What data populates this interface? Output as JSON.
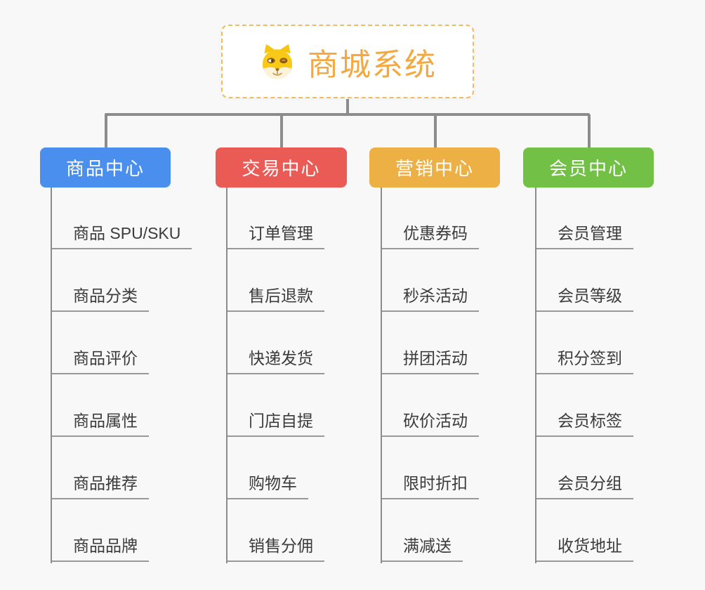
{
  "root": {
    "title": "商城系统",
    "icon": "doge-icon"
  },
  "branches": [
    {
      "id": "product-center",
      "label": "商品中心",
      "color": "#4a8fee",
      "items": [
        "商品 SPU/SKU",
        "商品分类",
        "商品评价",
        "商品属性",
        "商品推荐",
        "商品品牌"
      ]
    },
    {
      "id": "trade-center",
      "label": "交易中心",
      "color": "#ea5b56",
      "items": [
        "订单管理",
        "售后退款",
        "快递发货",
        "门店自提",
        "购物车",
        "销售分佣"
      ]
    },
    {
      "id": "marketing-center",
      "label": "营销中心",
      "color": "#edb044",
      "items": [
        "优惠券码",
        "秒杀活动",
        "拼团活动",
        "砍价活动",
        "限时折扣",
        "满减送"
      ]
    },
    {
      "id": "member-center",
      "label": "会员中心",
      "color": "#72c045",
      "items": [
        "会员管理",
        "会员等级",
        "积分签到",
        "会员标签",
        "会员分组",
        "收货地址"
      ]
    }
  ],
  "colors": {
    "background": "#f8f8f8",
    "connector": "#8c8c8c",
    "item_underline": "#999999",
    "item_text": "#3b3b3b",
    "root_text": "#f3a940",
    "root_border": "#f2bb62",
    "branch_blue": "#4a8fee",
    "branch_red": "#ea5b56",
    "branch_amber": "#edb044",
    "branch_green": "#72c045"
  }
}
